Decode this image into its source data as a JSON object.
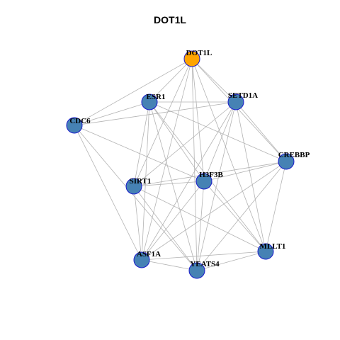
{
  "title": "DOT1L",
  "colors": {
    "node_fill": "#4682b4",
    "node_stroke": "#1a1acc",
    "hub_fill": "#ffa500",
    "edge": "#b3b3b3"
  },
  "nodes": [
    {
      "id": "DOT1L",
      "label": "DOT1L",
      "hub": true
    },
    {
      "id": "ESR1",
      "label": "ESR1"
    },
    {
      "id": "SETD1A",
      "label": "SETD1A"
    },
    {
      "id": "CDC6",
      "label": "CDC6"
    },
    {
      "id": "CREBBP",
      "label": "CREBBP"
    },
    {
      "id": "H3F3B",
      "label": "H3F3B"
    },
    {
      "id": "SIRT1",
      "label": "SIRT1"
    },
    {
      "id": "MLLT1",
      "label": "MLLT1"
    },
    {
      "id": "ASF1A",
      "label": "ASF1A"
    },
    {
      "id": "YEATS4",
      "label": "YEATS4"
    }
  ],
  "edges": [
    [
      "DOT1L",
      "ESR1"
    ],
    [
      "DOT1L",
      "SETD1A"
    ],
    [
      "DOT1L",
      "CDC6"
    ],
    [
      "DOT1L",
      "CREBBP"
    ],
    [
      "DOT1L",
      "H3F3B"
    ],
    [
      "DOT1L",
      "SIRT1"
    ],
    [
      "DOT1L",
      "MLLT1"
    ],
    [
      "DOT1L",
      "ASF1A"
    ],
    [
      "DOT1L",
      "YEATS4"
    ],
    [
      "ESR1",
      "SETD1A"
    ],
    [
      "ESR1",
      "CDC6"
    ],
    [
      "ESR1",
      "CREBBP"
    ],
    [
      "ESR1",
      "H3F3B"
    ],
    [
      "ESR1",
      "SIRT1"
    ],
    [
      "ESR1",
      "MLLT1"
    ],
    [
      "ESR1",
      "ASF1A"
    ],
    [
      "ESR1",
      "YEATS4"
    ],
    [
      "SETD1A",
      "CDC6"
    ],
    [
      "SETD1A",
      "CREBBP"
    ],
    [
      "SETD1A",
      "H3F3B"
    ],
    [
      "SETD1A",
      "SIRT1"
    ],
    [
      "SETD1A",
      "MLLT1"
    ],
    [
      "SETD1A",
      "ASF1A"
    ],
    [
      "SETD1A",
      "YEATS4"
    ],
    [
      "CDC6",
      "H3F3B"
    ],
    [
      "CDC6",
      "ASF1A"
    ],
    [
      "CDC6",
      "YEATS4"
    ],
    [
      "CREBBP",
      "H3F3B"
    ],
    [
      "CREBBP",
      "SIRT1"
    ],
    [
      "CREBBP",
      "MLLT1"
    ],
    [
      "CREBBP",
      "ASF1A"
    ],
    [
      "CREBBP",
      "YEATS4"
    ],
    [
      "H3F3B",
      "SIRT1"
    ],
    [
      "H3F3B",
      "MLLT1"
    ],
    [
      "H3F3B",
      "ASF1A"
    ],
    [
      "H3F3B",
      "YEATS4"
    ],
    [
      "SIRT1",
      "MLLT1"
    ],
    [
      "SIRT1",
      "ASF1A"
    ],
    [
      "SIRT1",
      "YEATS4"
    ],
    [
      "MLLT1",
      "ASF1A"
    ],
    [
      "MLLT1",
      "YEATS4"
    ],
    [
      "ASF1A",
      "YEATS4"
    ]
  ]
}
